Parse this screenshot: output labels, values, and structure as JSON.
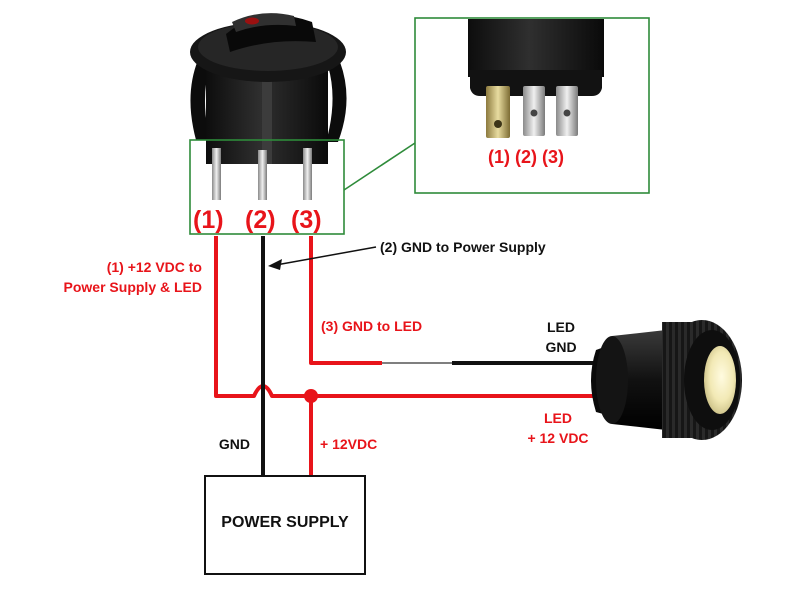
{
  "colors": {
    "wire_positive": "#e8141a",
    "wire_ground": "#111111",
    "frame_green": "#2e8b3a",
    "label_red": "#e8141a",
    "label_black": "#111111"
  },
  "icons": {
    "rocker_switch": "rocker-switch-icon",
    "switch_pins_closeup": "switch-pins-closeup-icon",
    "led_indicator": "led-indicator-icon",
    "wire_junction": "junction-dot-icon",
    "wire_hop": "wire-crossover-hop-icon"
  },
  "terminals": {
    "t1": "(1)",
    "t2": "(2)",
    "t3": "(3)"
  },
  "inset": {
    "caption": "(1) (2) (3)"
  },
  "labels": {
    "positive_line1": "(1) +12 VDC to",
    "positive_line2": "Power Supply & LED",
    "gnd_supply": "(2) GND to Power Supply",
    "gnd_led": "(3) GND to LED",
    "led_gnd_line1": "LED",
    "led_gnd_line2": "GND",
    "led_pos_line1": "LED",
    "led_pos_line2": "+ 12 VDC",
    "ps_gnd": "GND",
    "ps_pos": "+ 12VDC"
  },
  "power_supply": {
    "title": "POWER SUPPLY"
  }
}
